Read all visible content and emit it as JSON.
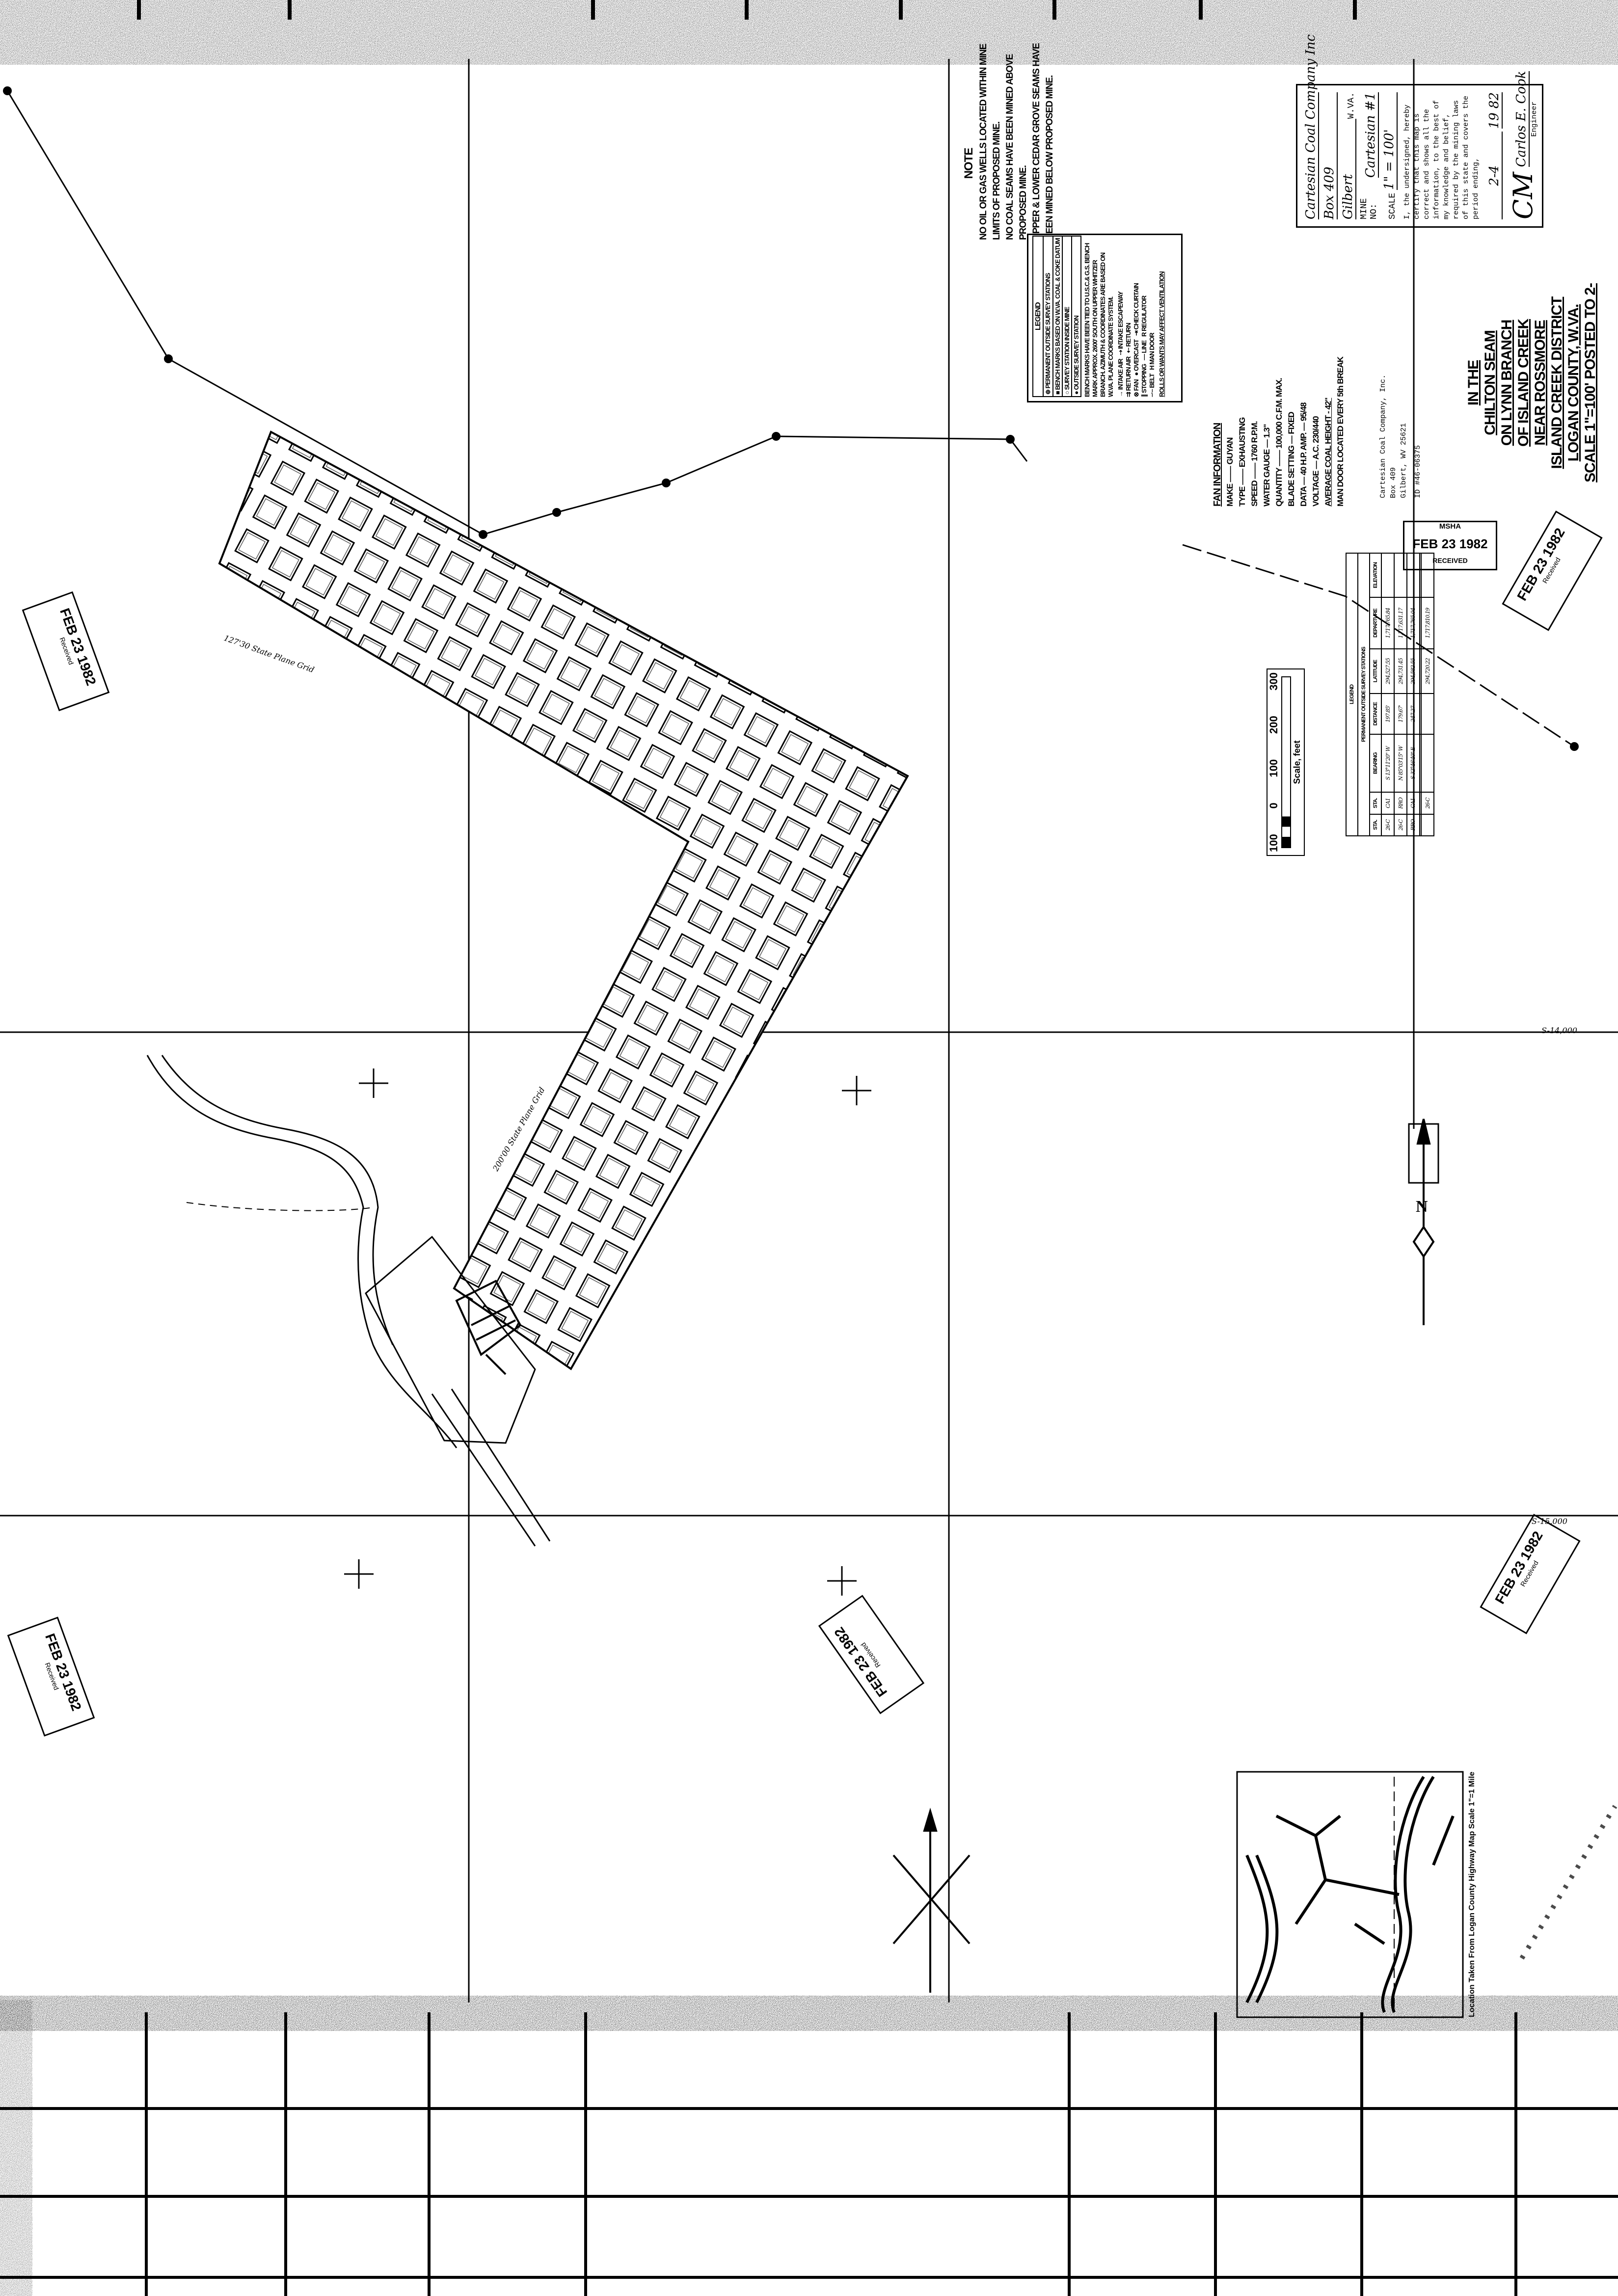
{
  "note": {
    "heading": "NOTE",
    "lines": [
      "NO OIL OR GAS WELLS LOCATED WITHIN MINE",
      "LIMITS OF PROPOSED MINE.",
      "NO COAL SEAMS HAVE BEEN MINED ABOVE",
      "PROPOSED MINE.",
      "UPPER & LOWER CEDAR GROVE SEAMS HAVE",
      "BEEN MINED BELOW PROPOSED MINE."
    ]
  },
  "legend": {
    "title": "LEGEND",
    "items": [
      "PERMANENT OUTSIDE SURVEY STATIONS",
      "BENCH MARKS BASED ON W.VA. COAL & COKE DATUM",
      "SURVEY STATION INSIDE MINE",
      "OUTSIDE SURVEY STATION"
    ],
    "benchmark_text": "BENCH MARKS HAVE BEEN TIED TO U.S.C.& G.S. BENCH MARK APPROX. 2600' SOUTH ON UPPER WHITZER BRANCH. AZIMUTH & COORDINATES ARE BASED ON W.VA. PLANE COORDINATE SYSTEM.",
    "symbols": [
      "INTAKE AIR",
      "RETURN AIR",
      "FAN",
      "STOPPING",
      "INTAKE ESCAPEWAY",
      "RETURN",
      "OVERCAST",
      "CHECK CURTAIN",
      "LINE",
      "REGULATOR",
      "BELT",
      "MAN DOOR"
    ],
    "footer": "ROLLS OR WANTS MAY AFFECT VENTILATION"
  },
  "fan": {
    "title": "FAN INFORMATION",
    "lines": [
      "MAKE —— GUYAN",
      "TYPE —— EXHAUSTING",
      "SPEED —— 1760 R.P.M.",
      "WATER GAUGE — 1.3\"",
      "QUANTITY —— 100,000 C.F.M. MAX.",
      "BLADE SETTING — FIXED",
      "DATA — 40 H.P.    AMP. — 95/48",
      "VOLTAGE —   A.C. 230/440",
      "AVERAGE COAL HEIGHT - 42\"",
      "MAN DOOR LOCATED EVERY 5th BREAK"
    ]
  },
  "address": {
    "lines": [
      "Cartesian Coal Company, Inc.",
      "Box 409",
      "Gilbert, WV  25621",
      "ID #46-06375"
    ]
  },
  "certificate": {
    "company": "Cartesian Coal Company Inc",
    "box": "Box 409",
    "town": "Gilbert",
    "state": "W.VA.",
    "mine_label": "MINE NO:",
    "mine_value": "Cartesian #1",
    "scale_label": "SCALE",
    "scale_value": "1\" = 100'",
    "statement": "I, the undersigned, hereby certify that this map is correct and shows all the information, to the best of my knowledge and belief, required by the mining laws of this state and covers the period ending,",
    "date": "2-4",
    "year": "19 82",
    "signature": "Carlos E. Cook",
    "role": "Engineer",
    "initials": "CM"
  },
  "title": {
    "lines": [
      "IN THE",
      "CHILTON SEAM",
      "ON LYNN BRANCH",
      "OF ISLAND CREEK",
      "NEAR ROSSMORE",
      "ISLAND CREEK DISTRICT",
      "LOGAN COUNTY, W.VA.",
      "SCALE 1\"=100'   POSTED TO 2-"
    ]
  },
  "msha_stamp": {
    "agency": "MSHA",
    "date": "FEB 23 1982",
    "status": "RECEIVED"
  },
  "stations": {
    "title": "LEGEND",
    "subtitle": "PERMANENT OUTSIDE SURVEY STATIONS",
    "columns": [
      "STA.",
      "STA.",
      "BEARING",
      "DISTANCE",
      "LATITUDE",
      "DEPARTURE",
      "ELEVATION"
    ],
    "rows": [
      [
        "26-C",
        "CA1",
        "S 13°11'20\" W",
        "197.85'",
        "294,527.55",
        "1,717,765.84",
        ""
      ],
      [
        "26-C",
        "RRO",
        "N 85°03'15\" W",
        "179.67'",
        "294,731.45",
        "1,717,631.17",
        ""
      ],
      [
        "RRO",
        "CA1",
        "S 32°46'40\" E",
        "247.27",
        "294,582.55",
        "1,717,765.04",
        ""
      ],
      [
        "",
        "",
        "",
        "",
        "",
        "",
        ""
      ],
      [
        "",
        "26-C",
        "",
        "",
        "294,720.22",
        "1,717,810.19",
        ""
      ]
    ]
  },
  "scale_bar": {
    "ticks": [
      "100",
      "0",
      "100",
      "200",
      "300"
    ],
    "label": "Scale, feet"
  },
  "stamps": [
    {
      "date": "FEB 23 1982",
      "text": "Received"
    },
    {
      "date": "FEB 23 1982",
      "text": "Received"
    },
    {
      "date": "FEB 23 1982",
      "text": "Received"
    },
    {
      "date": "FEB 23 1982",
      "text": "Received"
    },
    {
      "date": "FEB 23 1982",
      "text": "Received"
    }
  ],
  "grid_labels": [
    "S-14,000",
    "S-15,000",
    "200'00 State Plane Grid",
    "127'30 State Plane Grid"
  ],
  "north_label": "N",
  "inset_caption": "Location Taken From Logan County Highway Map Scale 1\"=1 Mile"
}
